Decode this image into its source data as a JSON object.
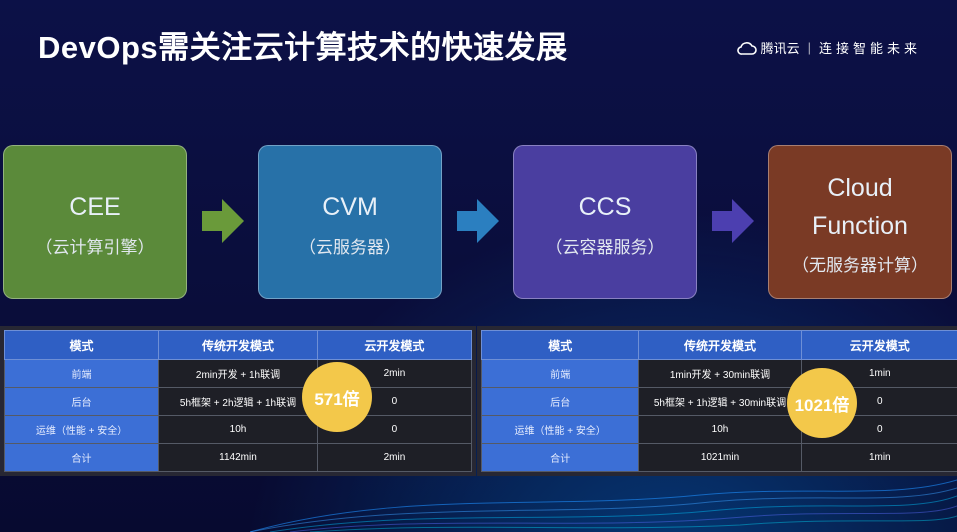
{
  "title": "DevOps需关注云计算技术的快速发展",
  "brand": {
    "name": "腾讯云",
    "separator": "|",
    "slogan": "连接智能未来"
  },
  "stages": [
    {
      "name": "CEE",
      "sub": "（云计算引擎）",
      "color": "#5b8a3a"
    },
    {
      "name": "CVM",
      "sub": "（云服务器）",
      "color": "#2771a8"
    },
    {
      "name": "CCS",
      "sub": "（云容器服务）",
      "color": "#4a3ea0"
    },
    {
      "name": "Cloud Function",
      "sub": "（无服务器计算）",
      "color": "#7a3a25"
    }
  ],
  "table_left": {
    "headers": [
      "模式",
      "传统开发模式",
      "云开发模式"
    ],
    "rows": [
      [
        "前端",
        "2min开发 + 1h联调",
        "2min"
      ],
      [
        "后台",
        "5h框架 + 2h逻辑 + 1h联调",
        "0"
      ],
      [
        "运维（性能 + 安全）",
        "10h",
        "0"
      ],
      [
        "合计",
        "1142min",
        "2min"
      ]
    ],
    "badge": "571倍"
  },
  "table_right": {
    "headers": [
      "模式",
      "传统开发模式",
      "云开发模式"
    ],
    "rows": [
      [
        "前端",
        "1min开发 + 30min联调",
        "1min"
      ],
      [
        "后台",
        "5h框架 + 1h逻辑 + 30min联调",
        "0"
      ],
      [
        "运维（性能 + 安全）",
        "10h",
        "0"
      ],
      [
        "合计",
        "1021min",
        "1min"
      ]
    ],
    "badge": "1021倍"
  },
  "colors": {
    "badge": "#f3c84a",
    "header": "#2f5fc4",
    "label_cell": "#3c6fd6"
  }
}
